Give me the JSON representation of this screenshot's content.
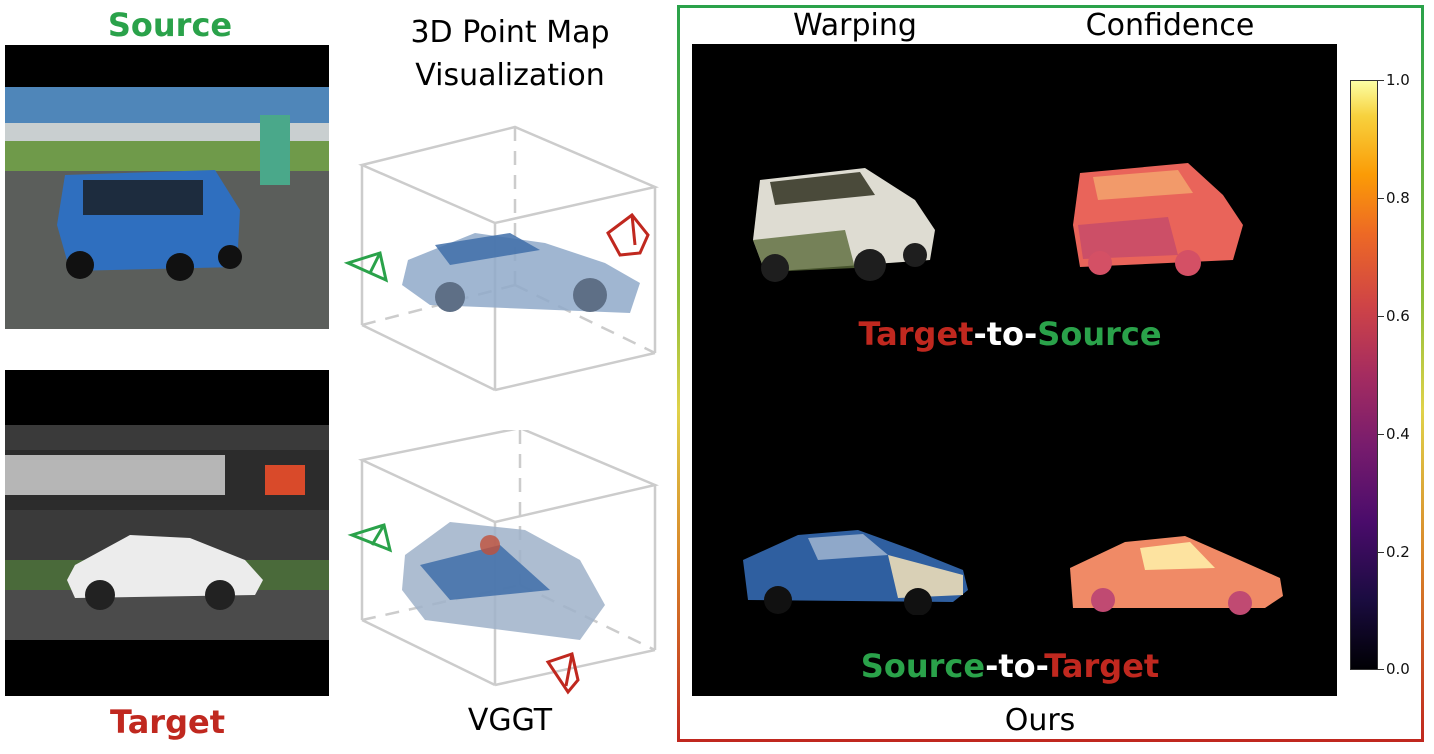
{
  "left_column": {
    "source_label": "Source",
    "target_label": "Target"
  },
  "middle_column": {
    "title_line1": "3D Point Map",
    "title_line2": "Visualization",
    "bottom_label": "VGGT"
  },
  "right_panel": {
    "col1_header": "Warping",
    "col2_header": "Confidence",
    "row1_caption": {
      "part1": "Target",
      "part2": "-to-",
      "part3": "Source"
    },
    "row2_caption": {
      "part1": "Source",
      "part2": "-to-",
      "part3": "Target"
    },
    "footer_label": "Ours",
    "colorbar_ticks": [
      "1.0",
      "0.8",
      "0.6",
      "0.4",
      "0.2",
      "0.0"
    ]
  },
  "colors": {
    "green": "#2aa24a",
    "red": "#c0281f"
  }
}
